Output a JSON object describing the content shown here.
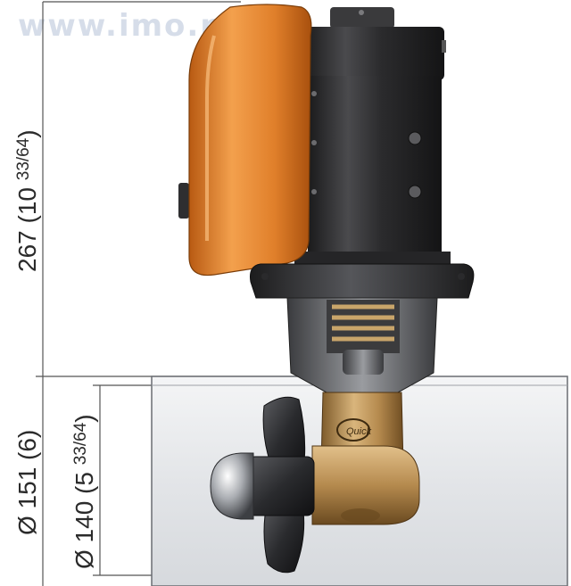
{
  "watermark": "www.imo.nr",
  "dimensions": {
    "overall_height": {
      "main": "267 (10 ",
      "fraction": "33/64",
      "close": ")"
    },
    "tunnel_outer": {
      "main": "Ø 151 (6)"
    },
    "tunnel_inner": {
      "main": "Ø 140 (5 ",
      "fraction": "33/64",
      "close": ")"
    }
  },
  "brand_mark": "Quick",
  "colors": {
    "motor_cover": "#e07f2a",
    "motor_body": "#2f2f31",
    "tunnel": "#e9eaec",
    "gear_leg": "#b58a4e",
    "dimension_lines": "#555555"
  }
}
